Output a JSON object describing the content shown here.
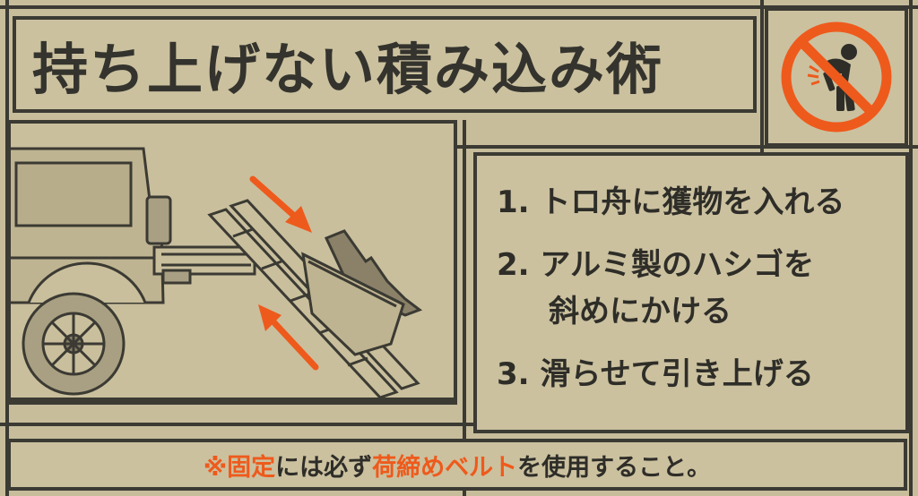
{
  "title": "持ち上げない積み込み術",
  "icon": {
    "name": "no-lifting-icon",
    "ring_color": "#ee5a1c"
  },
  "steps": [
    {
      "number": "1.",
      "text": "トロ舟に獲物を入れる"
    },
    {
      "number": "2.",
      "text": "アルミ製のハシゴを",
      "text2": "斜めにかける"
    },
    {
      "number": "3.",
      "text": "滑らせて引き上げる"
    }
  ],
  "note": {
    "prefix": "※",
    "hl1": "固定",
    "mid1": "には必ず",
    "hl2": "荷締めベルト",
    "tail": "を使用すること。"
  },
  "colors": {
    "accent": "#ee5a1c",
    "ink": "#34332d",
    "background": "#c7bd9b"
  }
}
